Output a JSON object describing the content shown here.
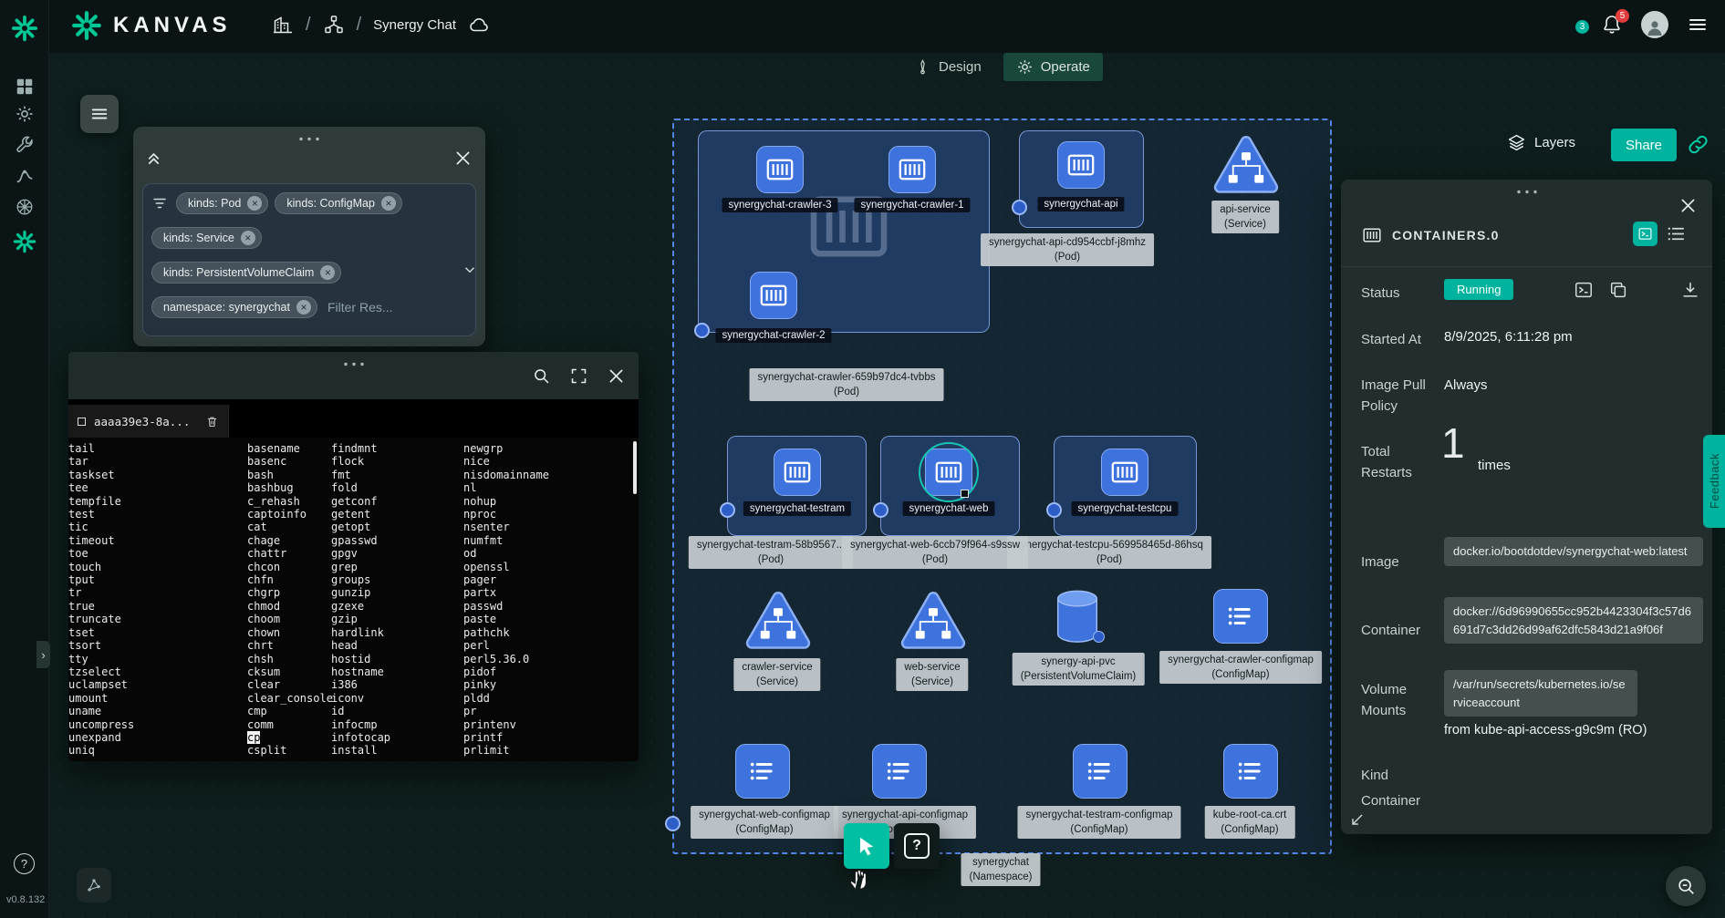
{
  "brand": {
    "name": "KANVAS",
    "version": "v0.8.132"
  },
  "header": {
    "project": "Synergy Chat",
    "sep": "/",
    "notif_count": "3",
    "alert_count": "5"
  },
  "tabs": {
    "design": "Design",
    "operate": "Operate"
  },
  "actions": {
    "layers": "Layers",
    "share": "Share"
  },
  "misc": {
    "help": "?",
    "question_key": "?",
    "expander": "›"
  },
  "filter": {
    "chips": [
      "kinds: Pod",
      "kinds: ConfigMap",
      "kinds: Service",
      "kinds: PersistentVolumeClaim",
      "namespace: synergychat"
    ],
    "placeholder": "Filter Res..."
  },
  "terminal": {
    "tab": "aaaa39e3-8a...",
    "cursor": {
      "col": 0,
      "row": 22
    },
    "columns": [
      [
        "basename",
        "basenc",
        "bash",
        "bashbug",
        "c_rehash",
        "captoinfo",
        "cat",
        "chage",
        "chattr",
        "chcon",
        "chfn",
        "chgrp",
        "chmod",
        "choom",
        "chown",
        "chrt",
        "chsh",
        "cksum",
        "clear",
        "clear_console",
        "cmp",
        "comm",
        "cp",
        "csplit"
      ],
      [
        "findmnt",
        "flock",
        "fmt",
        "fold",
        "getconf",
        "getent",
        "getopt",
        "gpasswd",
        "gpgv",
        "grep",
        "groups",
        "gunzip",
        "gzexe",
        "gzip",
        "hardlink",
        "head",
        "hostid",
        "hostname",
        "i386",
        "iconv",
        "id",
        "infocmp",
        "infotocap",
        "install"
      ],
      [
        "newgrp",
        "nice",
        "nisdomainname",
        "nl",
        "nohup",
        "nproc",
        "nsenter",
        "numfmt",
        "od",
        "openssl",
        "pager",
        "partx",
        "passwd",
        "paste",
        "pathchk",
        "perl",
        "perl5.36.0",
        "pidof",
        "pinky",
        "pldd",
        "pr",
        "printenv",
        "printf",
        "prlimit"
      ],
      [
        "tail",
        "tar",
        "taskset",
        "tee",
        "tempfile",
        "test",
        "tic",
        "timeout",
        "toe",
        "touch",
        "tput",
        "tr",
        "true",
        "truncate",
        "tset",
        "tsort",
        "tty",
        "tzselect",
        "uclampset",
        "umount",
        "uname",
        "uncompress",
        "unexpand",
        "uniq"
      ]
    ]
  },
  "canvas": {
    "pods": {
      "crawler3": "synergychat-crawler-3",
      "crawler1": "synergychat-crawler-1",
      "crawler2": "synergychat-crawler-2",
      "api": "synergychat-api",
      "testram": "synergychat-testram",
      "web": "synergychat-web",
      "testcpu": "synergychat-testcpu"
    },
    "chips": {
      "crawler_pod": {
        "name": "synergychat-crawler-659b97dc4-tvbbs",
        "kind": "(Pod)"
      },
      "api_pod": {
        "name": "synergychat-api-cd954ccbf-j8mhz",
        "kind": "(Pod)"
      },
      "testram_pod": {
        "name": "synergychat-testram-58b9567...",
        "kind": "(Pod)"
      },
      "web_pod": {
        "name": "synergychat-web-6ccb79f964-s9ssw",
        "kind": "(Pod)"
      },
      "testcpu_pod": {
        "name": "synergychat-testcpu-569958465d-86hsq",
        "kind": "(Pod)"
      },
      "api_service": {
        "name": "api-service",
        "kind": "(Service)"
      },
      "crawler_service": {
        "name": "crawler-service",
        "kind": "(Service)"
      },
      "web_service": {
        "name": "web-service",
        "kind": "(Service)"
      },
      "api_pvc": {
        "name": "synergy-api-pvc",
        "kind": "(PersistentVolumeClaim)"
      },
      "crawler_cm": {
        "name": "synergychat-crawler-configmap",
        "kind": "(ConfigMap)"
      },
      "web_cm": {
        "name": "synergychat-web-configmap",
        "kind": "(ConfigMap)"
      },
      "api_cm": {
        "name": "synergychat-api-configmap",
        "kind": "(ConfigMap)"
      },
      "testram_cm": {
        "name": "synergychat-testram-configmap",
        "kind": "(ConfigMap)"
      },
      "kube_root_ca": {
        "name": "kube-root-ca.crt",
        "kind": "(ConfigMap)"
      },
      "namespace": {
        "name": "synergychat",
        "kind": "(Namespace)"
      }
    }
  },
  "details": {
    "title": "CONTAINERS.0",
    "rows": {
      "status": {
        "label": "Status",
        "value": "Running"
      },
      "started": {
        "label": "Started At",
        "value": "8/9/2025, 6:11:28 pm"
      },
      "pull": {
        "label": "Image Pull Policy",
        "value": "Always"
      },
      "restarts": {
        "label": "Total Restarts",
        "value": "1",
        "unit": "times"
      },
      "image": {
        "label": "Image",
        "value": "docker.io/bootdotdev/synergychat-web:latest"
      },
      "container": {
        "label": "Container",
        "value": "docker://6d96990655cc952b4423304f3c57d6691d7c3dd26d99af62dfc5843d21a9f06f"
      },
      "volume": {
        "label": "Volume Mounts",
        "value": "/var/run/secrets/kubernetes.io/serviceaccount",
        "from": "from kube-api-access-g9c9m (RO)"
      },
      "kind": {
        "label": "Kind",
        "value": "Container"
      }
    }
  },
  "feedback": "Feedback"
}
